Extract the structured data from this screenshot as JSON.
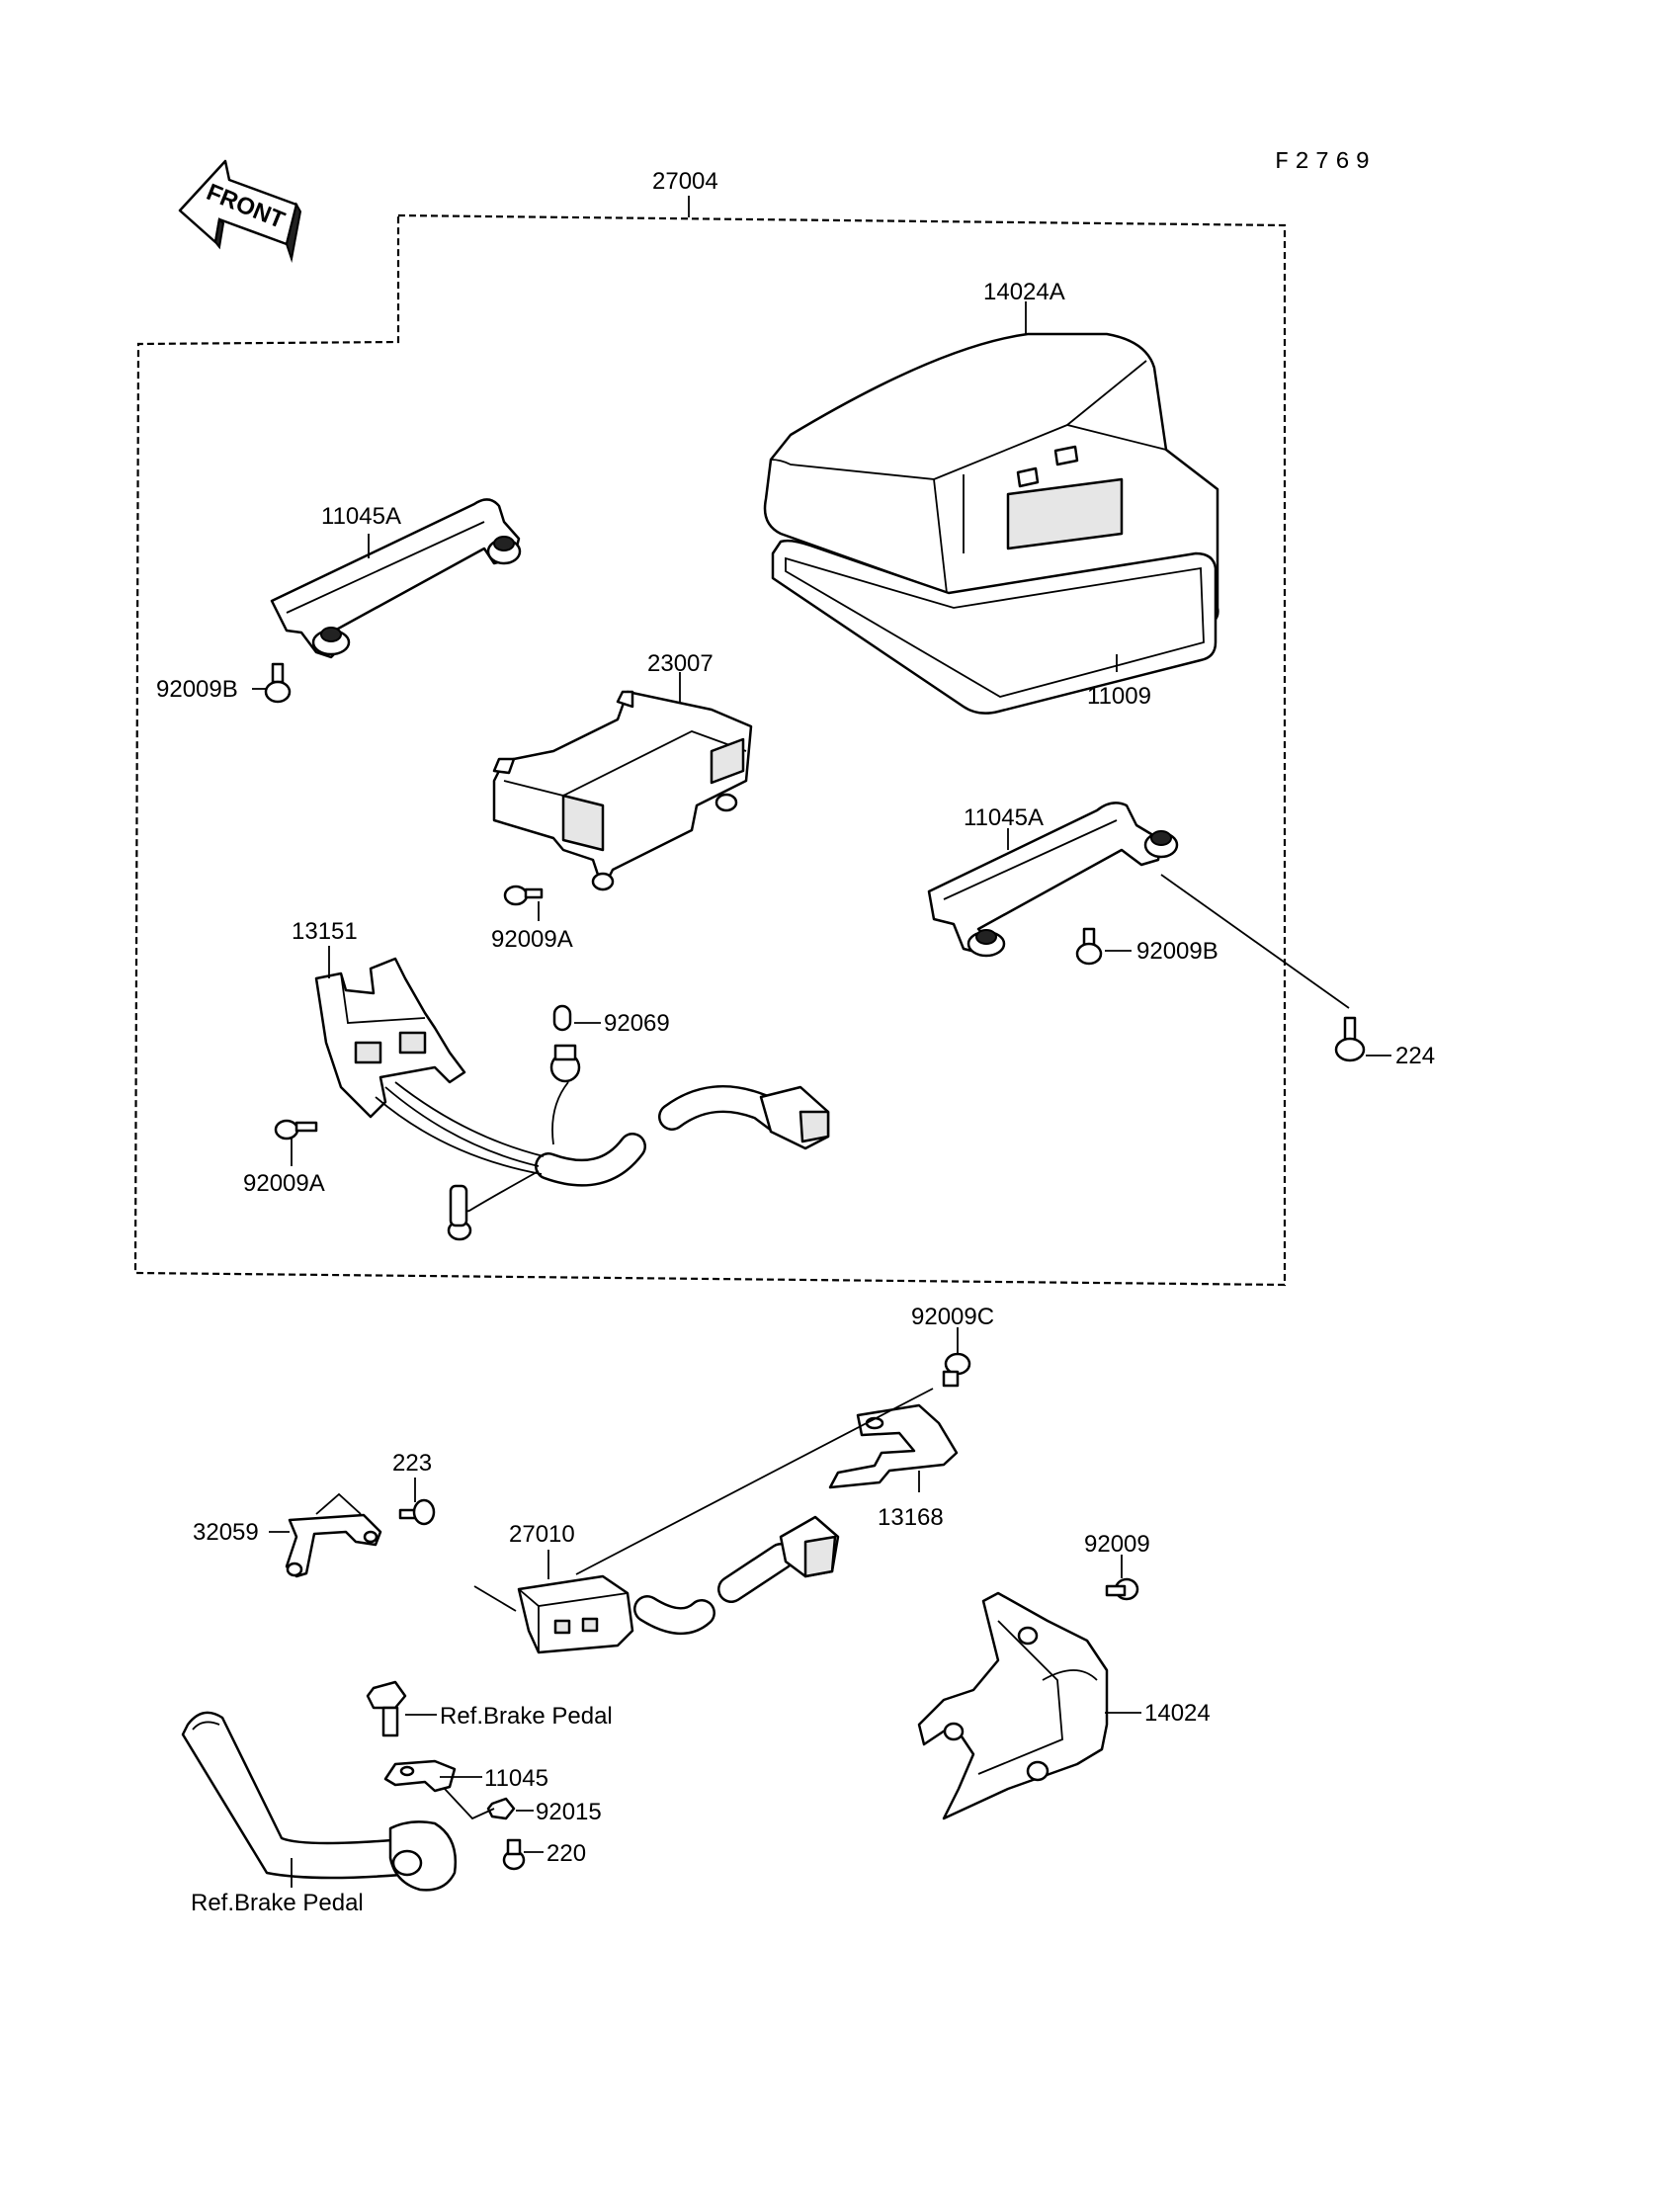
{
  "figure_id": "F2769",
  "front_label": "FRONT",
  "labels": {
    "p27004": "27004",
    "p14024A": "14024A",
    "p11045A_left": "11045A",
    "p92009B_left": "92009B",
    "p23007": "23007",
    "p11009": "11009",
    "p11045A_right": "11045A",
    "p92009A_center": "92009A",
    "p13151": "13151",
    "p92069": "92069",
    "p92009B_right": "92009B",
    "p224": "224",
    "p92009A_left": "92009A",
    "p92009C": "92009C",
    "p13168": "13168",
    "p223": "223",
    "p32059": "32059",
    "p27010": "27010",
    "p92009": "92009",
    "p14024": "14024",
    "ref_brake_pedal_1": "Ref.Brake Pedal",
    "p11045": "11045",
    "p92015": "92015",
    "p220": "220",
    "ref_brake_pedal_2": "Ref.Brake Pedal"
  }
}
